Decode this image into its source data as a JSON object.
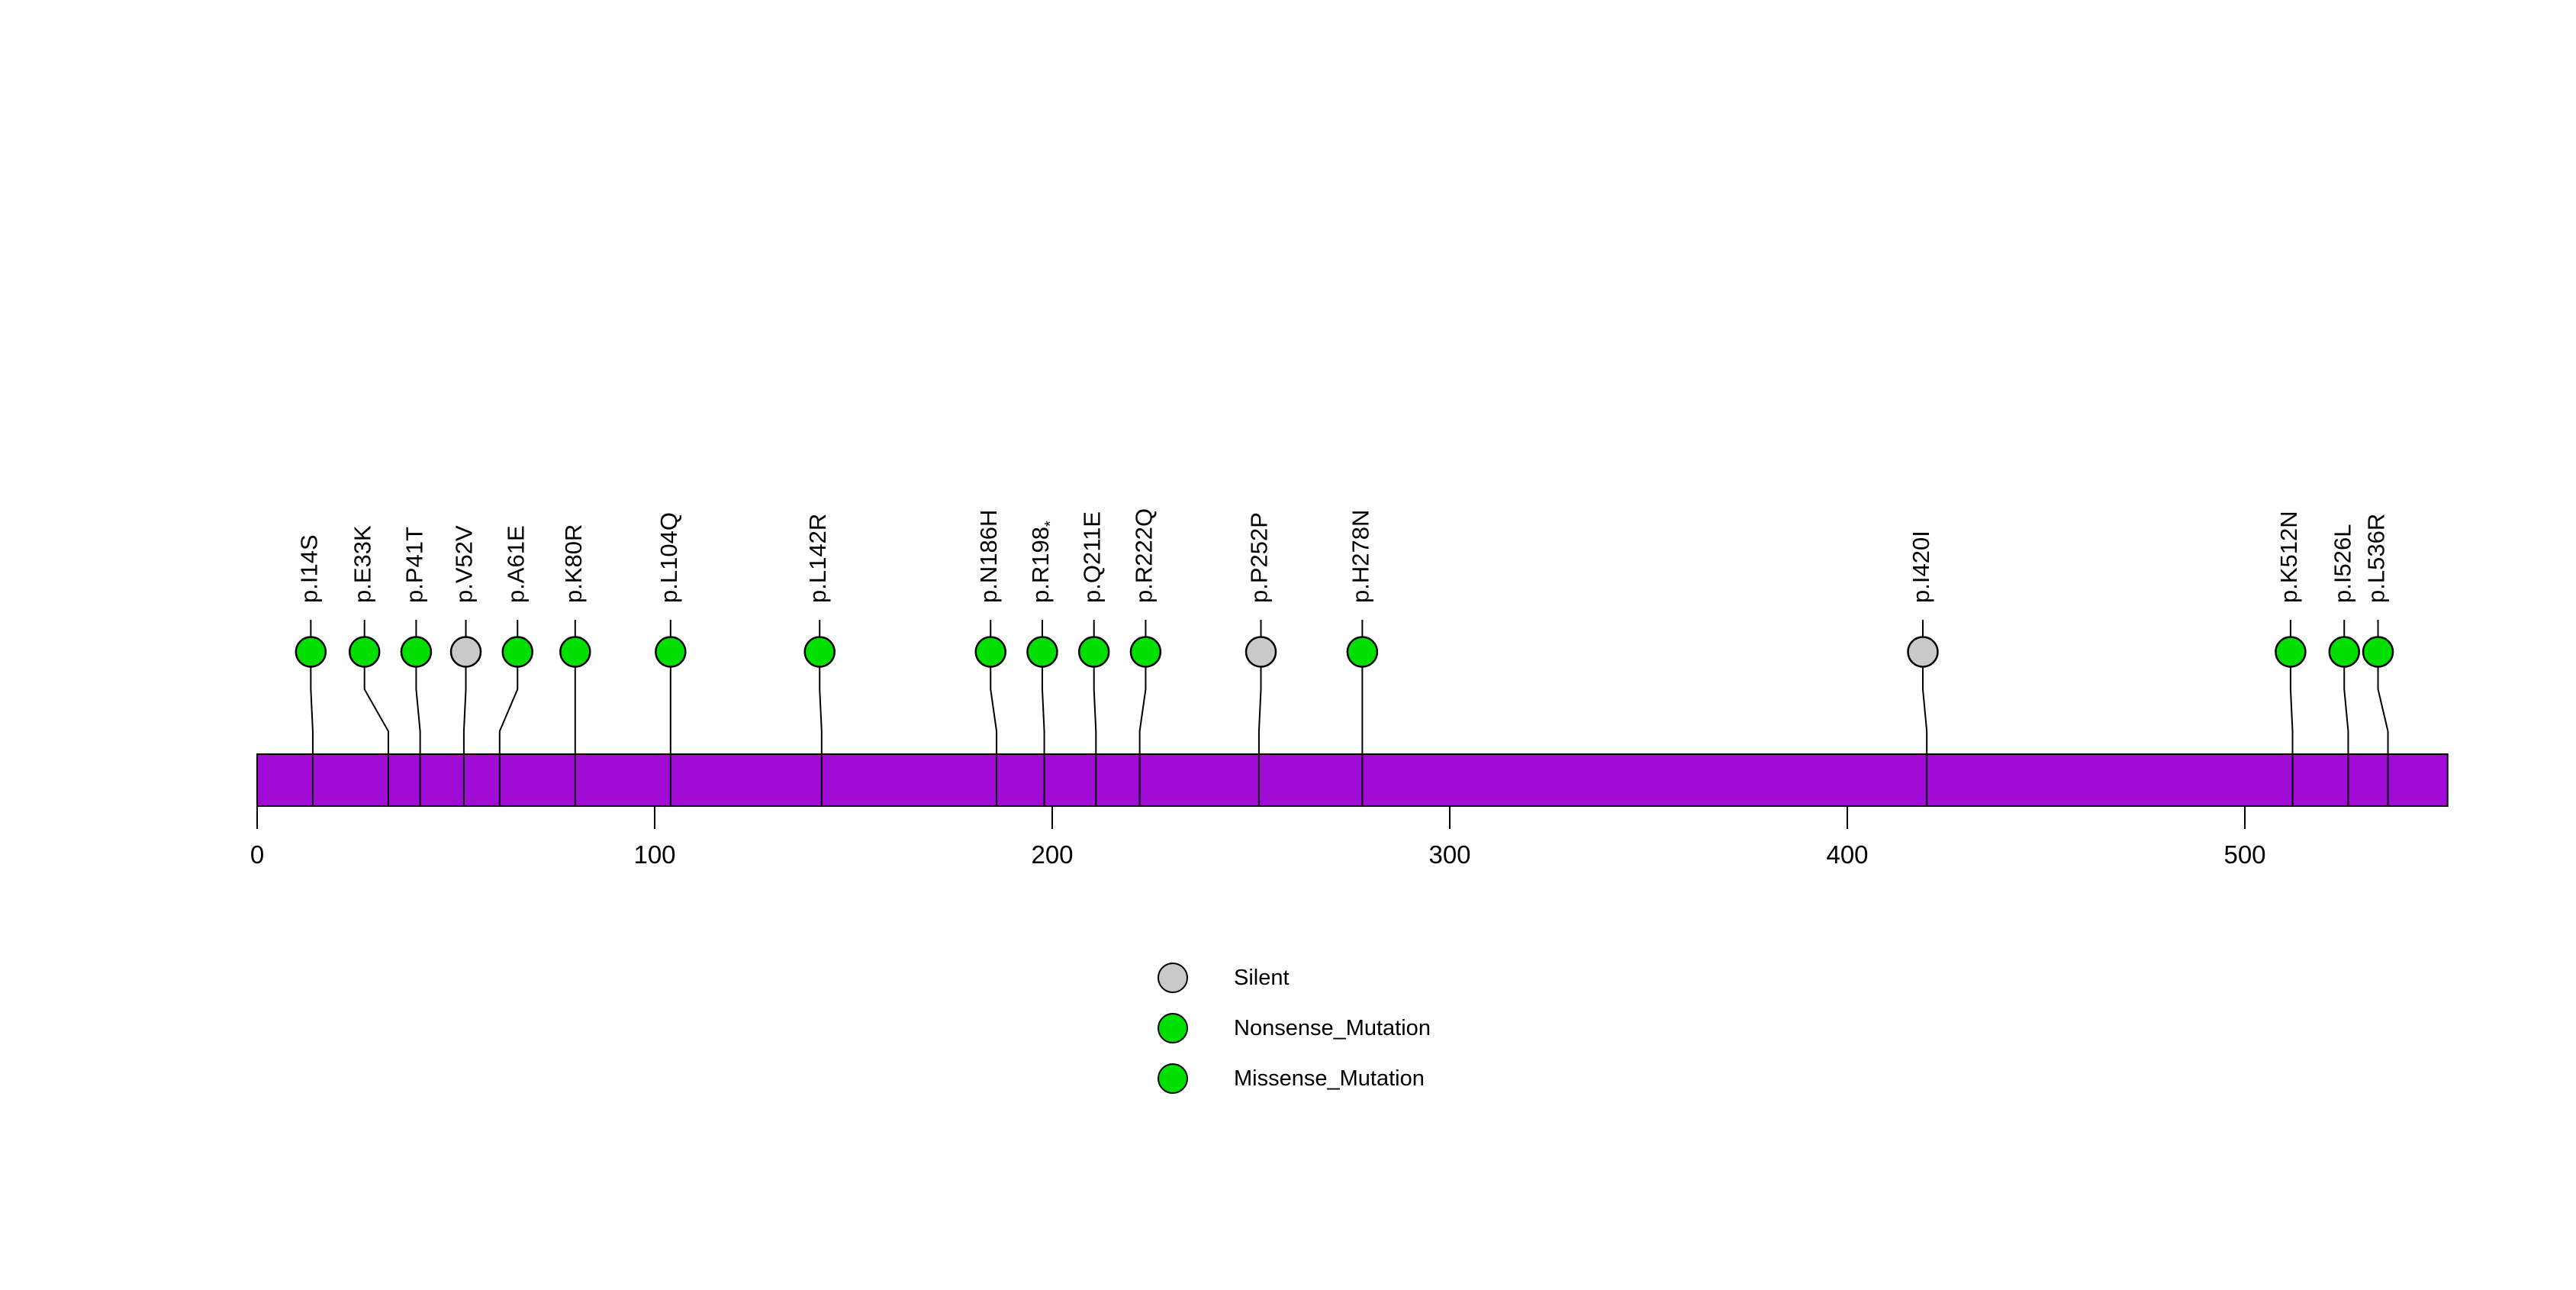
{
  "figure": {
    "background": "#ffffff",
    "description": "Protein mutation lollipop plot"
  },
  "chart_data": {
    "type": "lollipop",
    "title": "",
    "xlabel": "",
    "ylabel": "",
    "axis": {
      "ticks": [
        0,
        100,
        200,
        300,
        400,
        500
      ],
      "xlim": [
        0,
        551
      ],
      "grid": false
    },
    "protein": {
      "start": 0,
      "end": 551,
      "bar_color": "#A00BD6",
      "outline_color": "#000000"
    },
    "colors": {
      "Silent": "#C9C9C9",
      "Nonsense_Mutation": "#00DF00",
      "Missense_Mutation": "#00DF00",
      "stem": "#000000",
      "circle_outline": "#000000"
    },
    "mutations": [
      {
        "label": "p.I14S",
        "pos": 14,
        "display_pos": 13.5,
        "class": "Missense_Mutation"
      },
      {
        "label": "p.E33K",
        "pos": 33,
        "display_pos": 27,
        "class": "Missense_Mutation"
      },
      {
        "label": "p.P41T",
        "pos": 41,
        "display_pos": 40,
        "class": "Missense_Mutation"
      },
      {
        "label": "p.V52V",
        "pos": 52,
        "display_pos": 52.5,
        "class": "Silent"
      },
      {
        "label": "p.A61E",
        "pos": 61,
        "display_pos": 65.5,
        "class": "Missense_Mutation"
      },
      {
        "label": "p.K80R",
        "pos": 80,
        "display_pos": 80,
        "class": "Missense_Mutation"
      },
      {
        "label": "p.L104Q",
        "pos": 104,
        "display_pos": 104,
        "class": "Missense_Mutation"
      },
      {
        "label": "p.L142R",
        "pos": 142,
        "display_pos": 141.5,
        "class": "Missense_Mutation"
      },
      {
        "label": "p.N186H",
        "pos": 186,
        "display_pos": 184.5,
        "class": "Missense_Mutation"
      },
      {
        "label": "p.R198*",
        "pos": 198,
        "display_pos": 197.5,
        "class": "Nonsense_Mutation"
      },
      {
        "label": "p.Q211E",
        "pos": 211,
        "display_pos": 210.5,
        "class": "Missense_Mutation"
      },
      {
        "label": "p.R222Q",
        "pos": 222,
        "display_pos": 223.5,
        "class": "Missense_Mutation"
      },
      {
        "label": "p.P252P",
        "pos": 252,
        "display_pos": 252.5,
        "class": "Silent"
      },
      {
        "label": "p.H278N",
        "pos": 278,
        "display_pos": 278,
        "class": "Missense_Mutation"
      },
      {
        "label": "p.I420I",
        "pos": 420,
        "display_pos": 419,
        "class": "Silent"
      },
      {
        "label": "p.K512N",
        "pos": 512,
        "display_pos": 511.5,
        "class": "Missense_Mutation"
      },
      {
        "label": "p.I526L",
        "pos": 526,
        "display_pos": 525,
        "class": "Missense_Mutation"
      },
      {
        "label": "p.L536R",
        "pos": 536,
        "display_pos": 533.5,
        "class": "Missense_Mutation"
      }
    ],
    "legend": [
      {
        "label": "Silent",
        "color": "#C9C9C9"
      },
      {
        "label": "Nonsense_Mutation",
        "color": "#00DF00"
      },
      {
        "label": "Missense_Mutation",
        "color": "#00DF00"
      }
    ],
    "legend_position": "bottom-center"
  }
}
